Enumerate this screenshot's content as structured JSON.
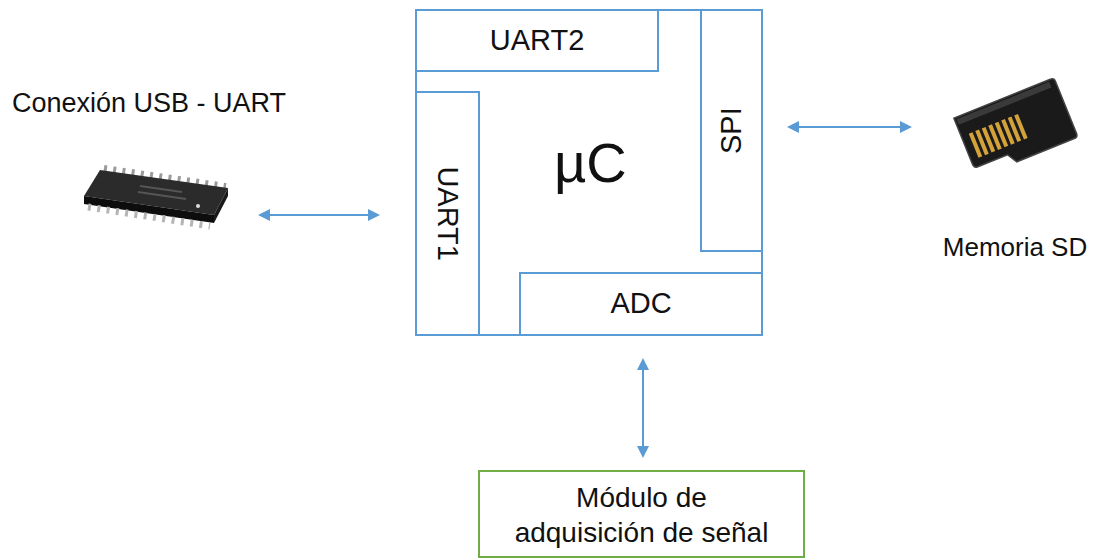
{
  "diagram": {
    "nodes": [
      {
        "text": [
          "µC"
        ]
      },
      {
        "text": [
          "UART2"
        ],
        "in": 0
      },
      {
        "text": [
          "UART1"
        ],
        "in": 0
      },
      {
        "text": [
          "SPI"
        ],
        "in": 0
      },
      {
        "text": [
          "ADC"
        ],
        "in": 0
      },
      {
        "text": [
          "Conexión USB - UART"
        ]
      },
      {
        "text": [
          "Memoria SD"
        ]
      },
      {
        "text": [
          "Módulo de adquisición de señal"
        ]
      }
    ],
    "edges": [
      {
        "from": 5,
        "to": 2,
        "arrow": "both"
      },
      {
        "from": 3,
        "to": 6,
        "arrow": "both"
      },
      {
        "from": 4,
        "to": 7,
        "arrow": "both"
      }
    ]
  }
}
